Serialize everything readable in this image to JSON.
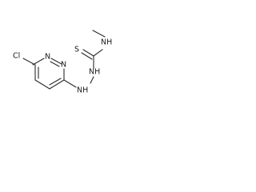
{
  "molecule": {
    "atoms": {
      "cl": "Cl",
      "n_ring_1": "N",
      "n_ring_2": "N",
      "nh_hydrazine_1": "NH",
      "nh_hydrazine_2": "NH",
      "s": "S",
      "nh_methyl": "NH"
    }
  }
}
